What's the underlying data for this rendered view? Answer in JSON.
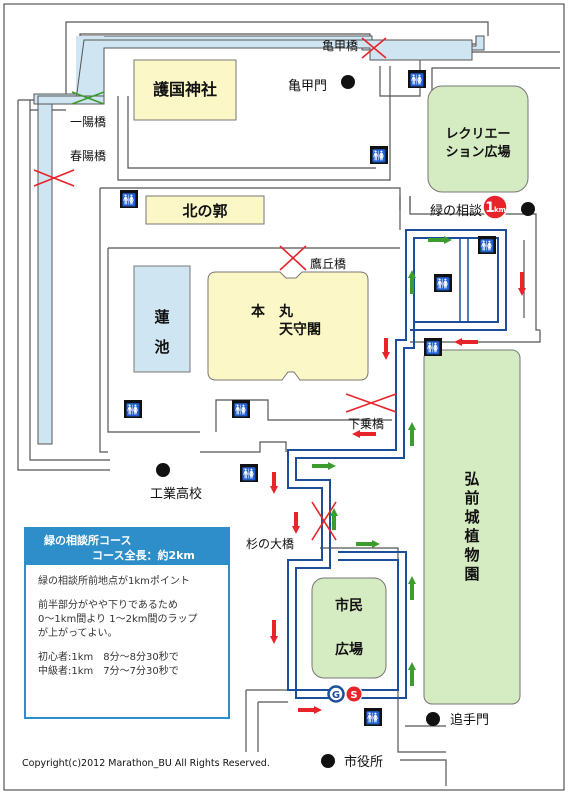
{
  "landmarks": {
    "gokoku": "護国神社",
    "kitanokuruwa": "北の郭",
    "honmaru_1": "本　丸",
    "honmaru_2": "天守閣",
    "hasuike_1": "蓮",
    "hasuike_2": "池",
    "recreation_1": "レクリエー",
    "recreation_2": "ション広場",
    "shimin_1": "市民",
    "shimin_2": "広場",
    "shokubutsuen": [
      "弘",
      "前",
      "城",
      "植",
      "物",
      "園"
    ]
  },
  "places": {
    "kamenokomon": "亀甲門",
    "kamenokobashi": "亀甲橋",
    "ichiyobashi": "一陽橋",
    "shunyobashi": "春陽橋",
    "takaokabashi": "鷹丘橋",
    "shimonorikyo": "下乗橋",
    "suginoohashi": "杉の大橋",
    "kogyo": "工業高校",
    "midori_soudan": "緑の相談",
    "otemon": "追手門",
    "shiyakusho": "市役所"
  },
  "markers": {
    "km_mark_num": "1",
    "km_mark_unit": "km",
    "goal": "G",
    "start": "S"
  },
  "info": {
    "title_1": "緑の相談所コース",
    "title_2": "コース全長：約2km",
    "line_1": "緑の相談所前地点が1kmポイント",
    "line_2": "前半部分がやや下りであるため",
    "line_3": "0～1km間より 1～2km間のラップ",
    "line_4": "が上がってよい。",
    "line_5": "初心者:1km　8分～8分30秒で",
    "line_6": "中級者:1km　7分～7分30秒で"
  },
  "copyright": "Copyright(c)2012 Marathon_BU All Rights Reserved.",
  "colors": {
    "course": "#1b4f9c",
    "moat": "#cfe6f2",
    "building": "#fbf7c6",
    "park": "#d5ebc2",
    "red_arrow": "#e8242b",
    "green_arrow": "#3c9c2e",
    "info_accent": "#2e8ec9"
  },
  "icons": {
    "restroom": "restroom-icon",
    "gate": "gate-icon",
    "arrow_red": "red-arrow-icon",
    "arrow_green": "green-arrow-icon"
  }
}
